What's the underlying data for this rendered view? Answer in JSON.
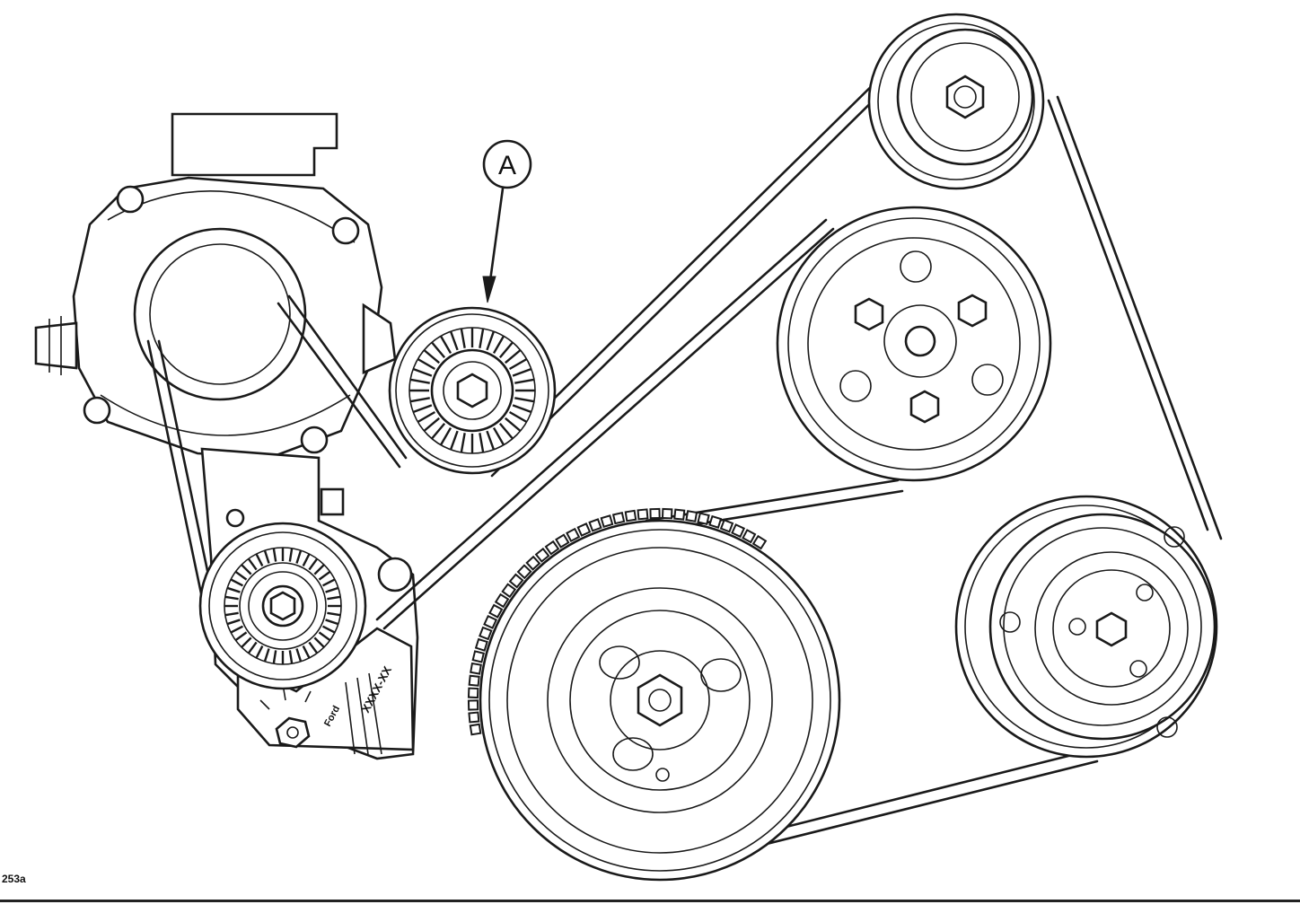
{
  "diagram": {
    "callout_label": "A",
    "figure_code": "253a",
    "tensioner_marking": "XXXX-XX",
    "tensioner_brand": "Ford"
  },
  "colors": {
    "line": "#1a1a1a",
    "background": "#ffffff"
  }
}
